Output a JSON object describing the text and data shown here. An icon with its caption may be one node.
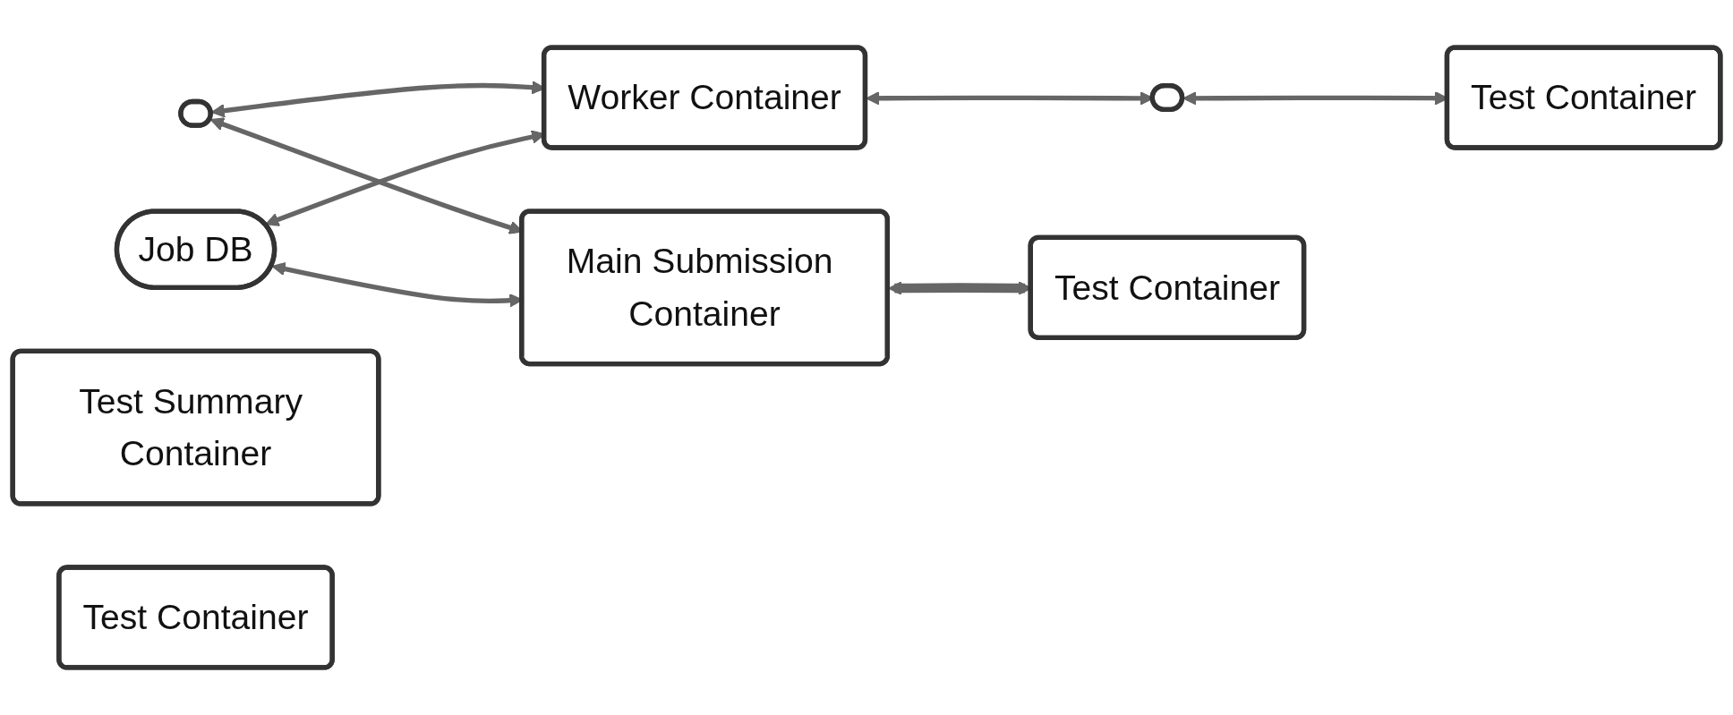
{
  "diagram": {
    "nodes": [
      {
        "text": [],
        "shape": "ellipse"
      },
      {
        "text": [
          "Worker Container"
        ]
      },
      {
        "text": [
          "Job DB"
        ]
      },
      {
        "text": [
          "Main Submission Container"
        ]
      },
      {
        "text": [],
        "shape": "ellipse"
      },
      {
        "text": [
          "Test Summary Container"
        ]
      },
      {
        "text": [
          "Test Container"
        ]
      },
      {
        "text": [
          "Test Container"
        ]
      },
      {
        "text": [
          "Test Container"
        ]
      }
    ],
    "edges": [
      {
        "from": 0,
        "to": 1,
        "arrow": "both"
      },
      {
        "from": 0,
        "to": 3,
        "arrow": "both"
      },
      {
        "from": 2,
        "to": 1,
        "arrow": "both"
      },
      {
        "from": 2,
        "to": 3,
        "arrow": "both"
      },
      {
        "from": 1,
        "to": 4,
        "arrow": "both"
      },
      {
        "from": 3,
        "to": 6,
        "arrow": "both",
        "style": "thick"
      },
      {
        "from": 4,
        "to": 7,
        "arrow": "both"
      }
    ]
  }
}
